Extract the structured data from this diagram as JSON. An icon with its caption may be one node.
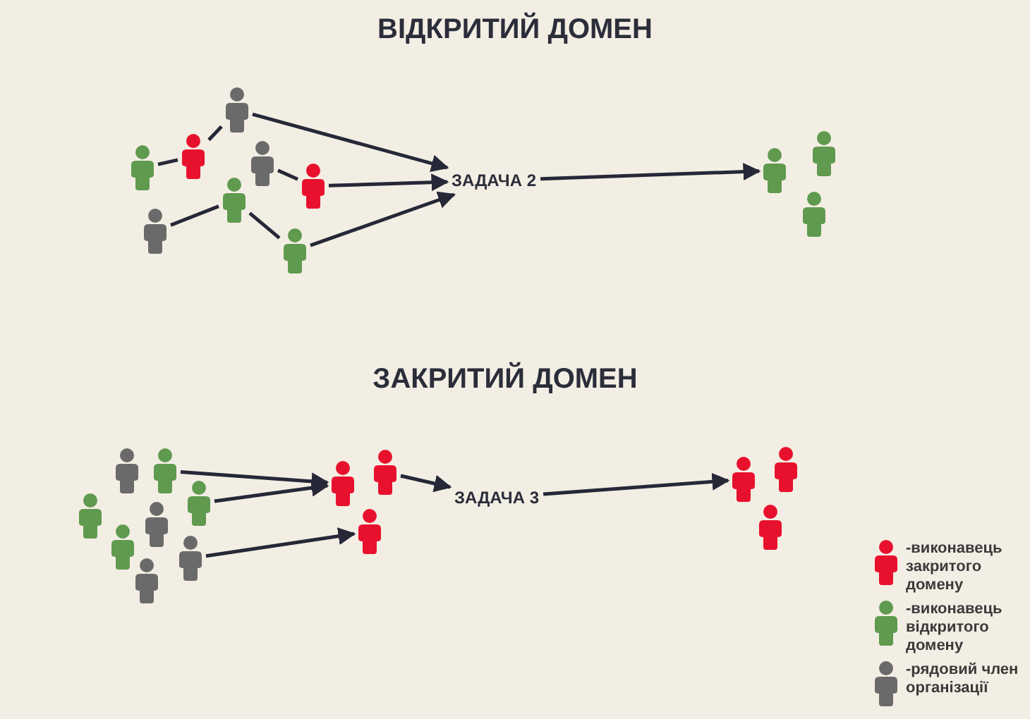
{
  "diagram": {
    "title": "ВІДКРИТИЙ ДОМЕН",
    "nodes": [
      {
        "text": [],
        "shape": "person"
      },
      {
        "text": [],
        "shape": "person"
      },
      {
        "text": [],
        "shape": "person"
      },
      {
        "text": [],
        "shape": "person"
      },
      {
        "text": [],
        "shape": "person"
      },
      {
        "text": [],
        "shape": "person"
      },
      {
        "text": [],
        "shape": "person"
      },
      {
        "text": [],
        "shape": "person"
      },
      {
        "text": [
          "ЗАДАЧА 2"
        ]
      },
      {
        "text": [],
        "shape": "person"
      },
      {
        "text": [],
        "shape": "person"
      },
      {
        "text": [],
        "shape": "person"
      },
      {
        "text": [],
        "shape": "person"
      },
      {
        "text": [],
        "shape": "person"
      },
      {
        "text": [],
        "shape": "person"
      },
      {
        "text": [],
        "shape": "person"
      },
      {
        "text": [],
        "shape": "person"
      },
      {
        "text": [],
        "shape": "person"
      },
      {
        "text": [],
        "shape": "person"
      },
      {
        "text": [],
        "shape": "person"
      },
      {
        "text": [],
        "shape": "person"
      },
      {
        "text": [],
        "shape": "person"
      },
      {
        "text": [],
        "shape": "person"
      },
      {
        "text": [
          "ЗАДАЧА 3"
        ]
      },
      {
        "text": [],
        "shape": "person"
      },
      {
        "text": [],
        "shape": "person"
      },
      {
        "text": [],
        "shape": "person"
      }
    ],
    "edges": [
      {
        "from": 2,
        "to": 1,
        "arrow": "none"
      },
      {
        "from": 1,
        "to": 0,
        "arrow": "none"
      },
      {
        "from": 3,
        "to": 4,
        "arrow": "none"
      },
      {
        "from": 6,
        "to": 5,
        "arrow": "none"
      },
      {
        "from": 5,
        "to": 7,
        "arrow": "none"
      },
      {
        "from": 0,
        "to": 8,
        "arrow": "to"
      },
      {
        "from": 4,
        "to": 8,
        "arrow": "to"
      },
      {
        "from": 7,
        "to": 8,
        "arrow": "to"
      },
      {
        "from": 8,
        "to": 9,
        "arrow": "to"
      },
      {
        "from": 13,
        "to": 20,
        "arrow": "to"
      },
      {
        "from": 16,
        "to": 20,
        "arrow": "to"
      },
      {
        "from": 19,
        "to": 22,
        "arrow": "to"
      },
      {
        "from": 21,
        "to": 23,
        "arrow": "to"
      },
      {
        "from": 23,
        "to": 24,
        "arrow": "to"
      }
    ],
    "labels": [
      "ЗАКРИТИЙ ДОМЕН"
    ],
    "legend": [
      {
        "text": "-виконавець закритого домену",
        "color": "#e8112d"
      },
      {
        "text": "-виконавець відкритого домену",
        "color": "#5f9a4f"
      },
      {
        "text": "-рядовий член організації",
        "color": "#6b6a6a"
      }
    ]
  }
}
